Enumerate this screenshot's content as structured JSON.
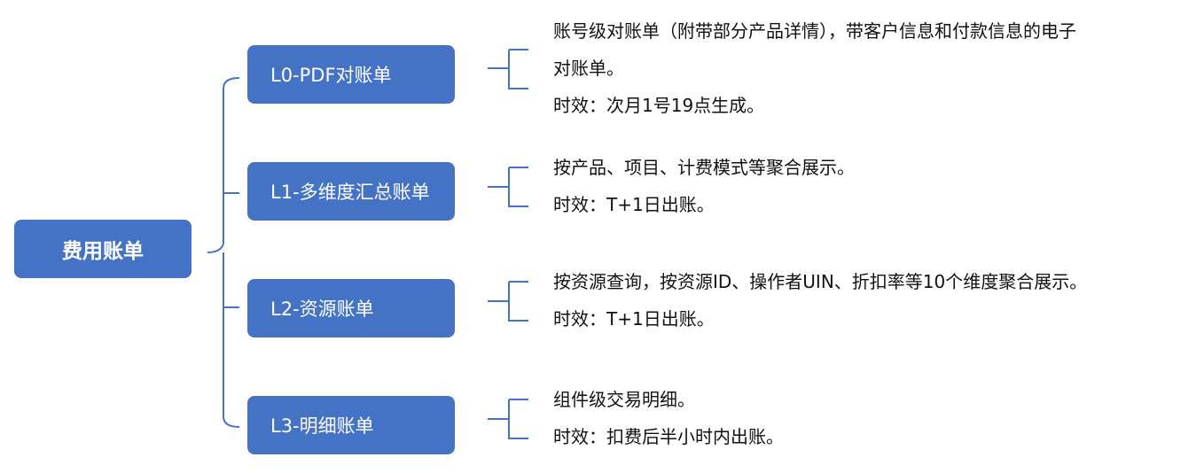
{
  "root": {
    "label": "费用账单"
  },
  "levels": [
    {
      "label": "L0-PDF对账单",
      "lines": [
        "账号级对账单（附带部分产品详情），带客户信息和付款信息的电子",
        "对账单。",
        "时效：次月1号19点生成。"
      ]
    },
    {
      "label": "L1-多维度汇总账单",
      "lines": [
        "按产品、项目、计费模式等聚合展示。",
        "时效：T+1日出账。"
      ]
    },
    {
      "label": "L2-资源账单",
      "lines": [
        "按资源查询，按资源ID、操作者UIN、折扣率等10个维度聚合展示。",
        "时效：T+1日出账。"
      ]
    },
    {
      "label": "L3-明细账单",
      "lines": [
        "组件级交易明细。",
        "时效：扣费后半小时内出账。"
      ]
    }
  ],
  "colors": {
    "box": "#4472C4",
    "box_text": "#ffffff",
    "line": "#4472C4",
    "text": "#111111"
  }
}
